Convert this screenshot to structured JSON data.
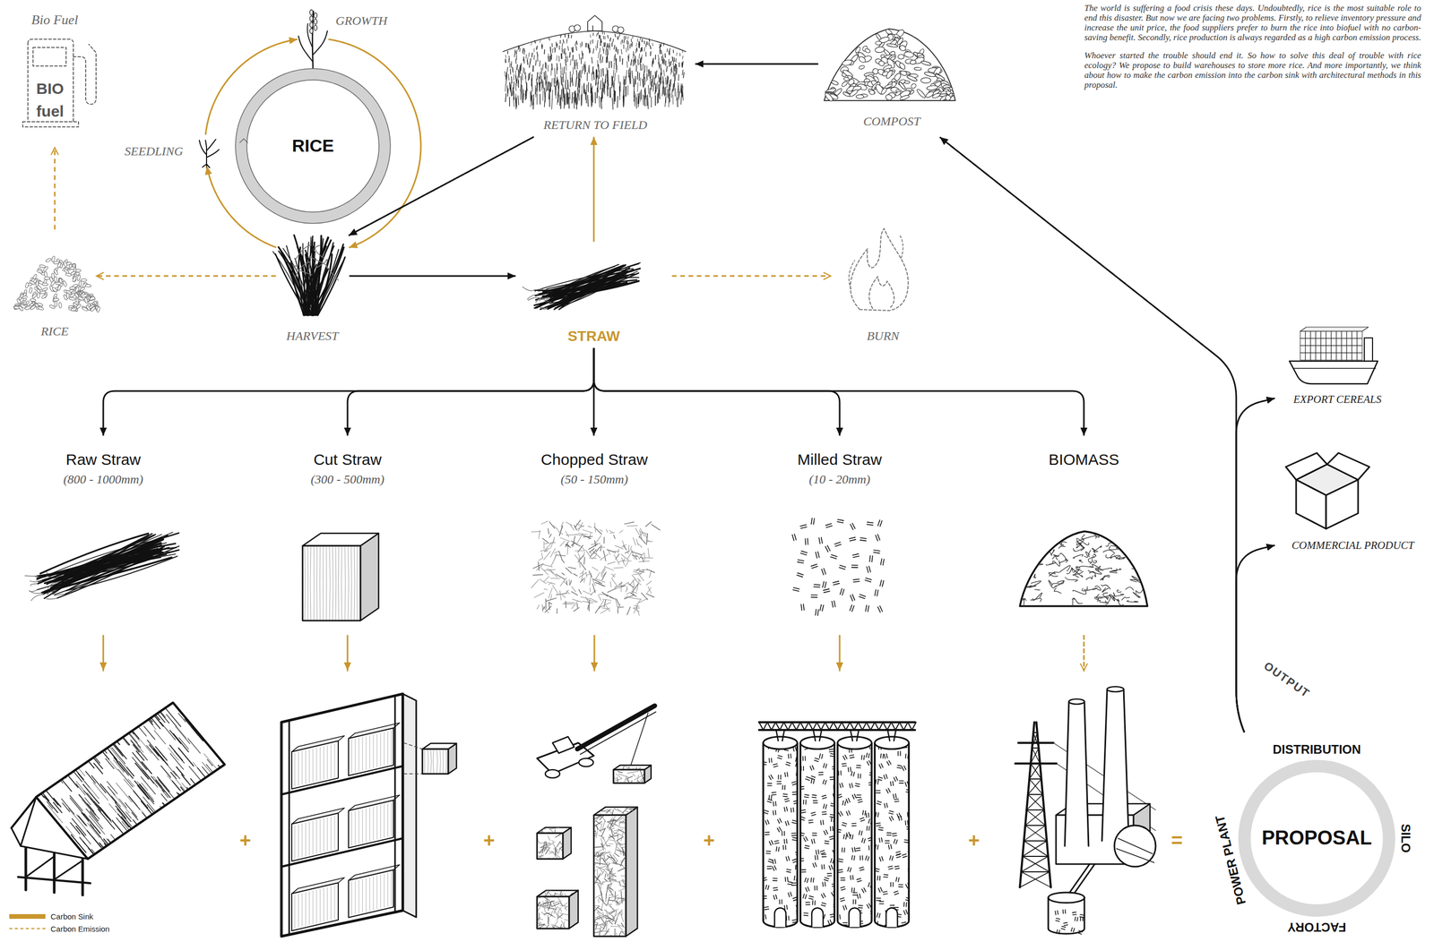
{
  "diagram": {
    "nodes": [
      {
        "text": [
          "RICE"
        ]
      },
      {
        "text": [
          "GROWTH"
        ]
      },
      {
        "text": [
          "SEEDLING"
        ]
      },
      {
        "text": [
          "HARVEST"
        ]
      },
      {
        "text": [
          "RICE"
        ]
      },
      {
        "text": [
          "Bio Fuel",
          "BIO",
          "fuel"
        ]
      },
      {
        "text": [
          "STRAW"
        ]
      },
      {
        "text": [
          "BURN"
        ]
      },
      {
        "text": [
          "RETURN TO FIELD"
        ]
      },
      {
        "text": [
          "COMPOST"
        ]
      },
      {
        "text": [
          "Raw Straw",
          "(800 - 1000mm)"
        ]
      },
      {
        "text": [
          "Cut Straw",
          "(300 - 500mm)"
        ]
      },
      {
        "text": [
          "Chopped Straw",
          "(50 - 150mm)"
        ]
      },
      {
        "text": [
          "Milled Straw",
          "(10 - 20mm)"
        ]
      },
      {
        "text": [
          "BIOMASS"
        ]
      },
      {
        "text": [
          "PROPOSAL",
          "DISTRIBUTION",
          "SILO",
          "FACTORY",
          "POWER PLANT"
        ]
      },
      {
        "text": [
          "EXPORT CEREALS"
        ]
      },
      {
        "text": [
          "COMMERCIAL PRODUCT"
        ]
      }
    ],
    "edges": [
      {
        "from": 2,
        "to": 1,
        "arrow": "to"
      },
      {
        "from": 1,
        "to": 3,
        "arrow": "to"
      },
      {
        "from": 3,
        "to": 2,
        "arrow": "to"
      },
      {
        "from": 3,
        "to": 4,
        "arrow": "to"
      },
      {
        "from": 4,
        "to": 5,
        "arrow": "to"
      },
      {
        "from": 3,
        "to": 6,
        "arrow": "to"
      },
      {
        "from": 6,
        "to": 7,
        "arrow": "to"
      },
      {
        "from": 6,
        "to": 8,
        "arrow": "to"
      },
      {
        "from": 8,
        "to": 3,
        "arrow": "to"
      },
      {
        "from": 9,
        "to": 8,
        "arrow": "to"
      },
      {
        "from": 6,
        "to": 10,
        "arrow": "to"
      },
      {
        "from": 6,
        "to": 11,
        "arrow": "to"
      },
      {
        "from": 6,
        "to": 12,
        "arrow": "to"
      },
      {
        "from": 6,
        "to": 13,
        "arrow": "to"
      },
      {
        "from": 6,
        "to": 14,
        "arrow": "to"
      },
      {
        "from": 15,
        "to": 9,
        "arrow": "to"
      },
      {
        "from": 15,
        "to": 16,
        "arrow": "to"
      },
      {
        "from": 15,
        "to": 17,
        "arrow": "to"
      }
    ],
    "labels": [
      "The world is suffering a food crisis these days. Undoubtedly, rice is the most suitable role to end this disaster. But now we are facing two problems. Firstly, to relieve inventory pressure and increase the unit price, the food suppliers prefer to burn the rice into biofuel with no carbon-saving benefit. Secondly, rice production is always regarded as a high carbon emission process.",
      "Whoever started the trouble should end it. So how to solve this deal of trouble with rice ecology? We propose to build warehouses to store more rice. And more importantly, we think about how to make the carbon emission into the carbon sink with architectural methods in this proposal.",
      "+",
      "+",
      "+",
      "+",
      "=",
      "OUTPUT"
    ],
    "legend": [
      {
        "text": "Carbon Sink",
        "color": "#C9962D"
      },
      {
        "text": "Carbon Emission"
      }
    ]
  }
}
